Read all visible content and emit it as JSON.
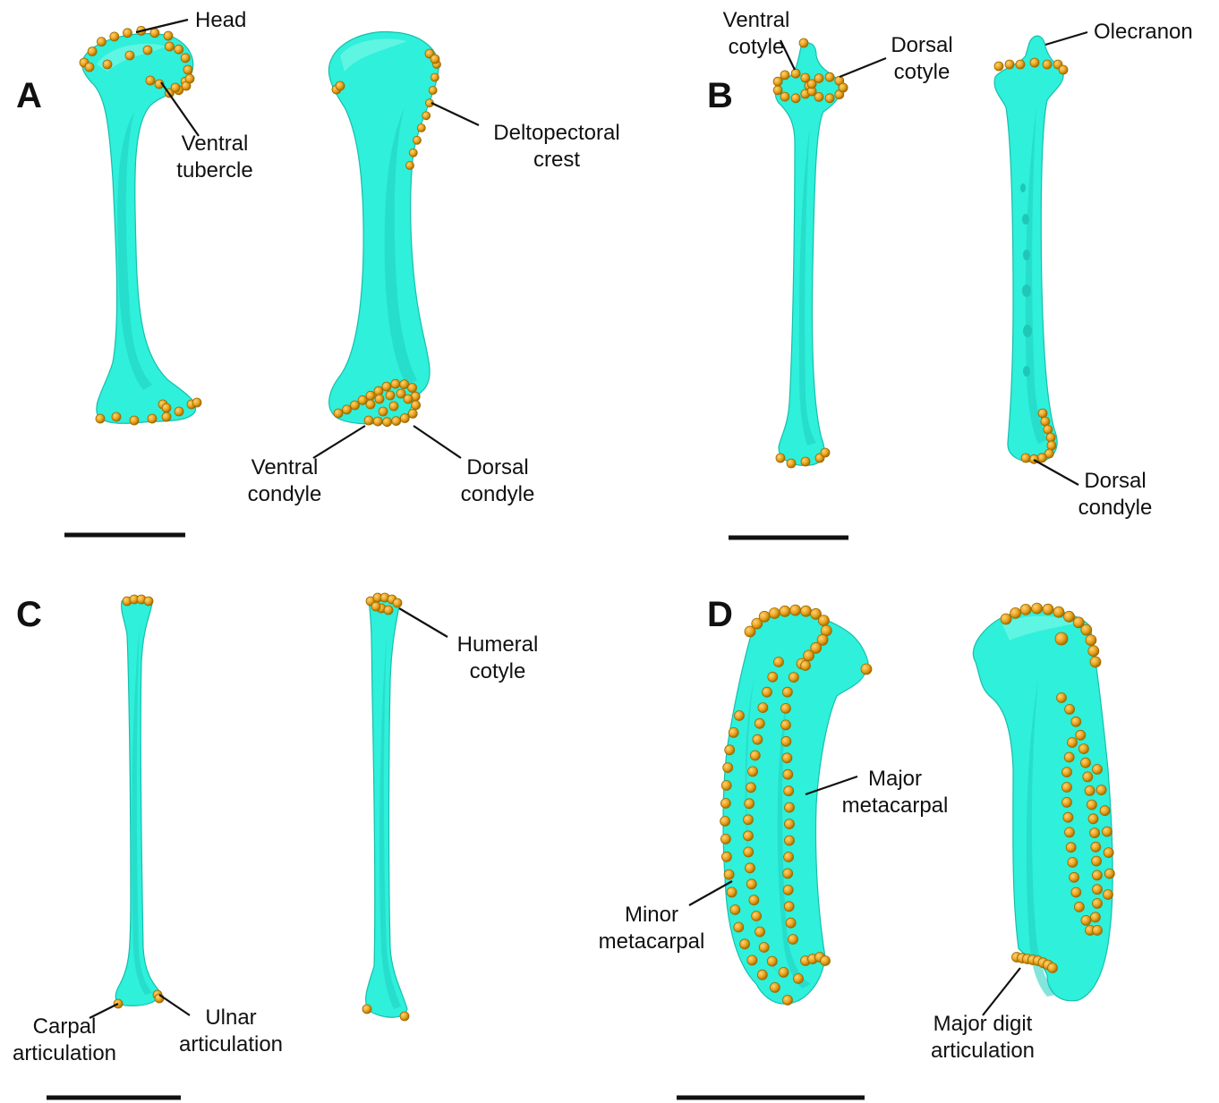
{
  "colors": {
    "bone": "#2ff0da",
    "bone_shadow": "#1fd0bf",
    "landmark": "#e8a21a",
    "text": "#111111",
    "background": "#ffffff"
  },
  "panels": {
    "A": {
      "letter": "A",
      "labels": {
        "head": "Head",
        "ventral_tubercle_1": "Ventral",
        "ventral_tubercle_2": "tubercle",
        "deltopectoral_1": "Deltopectoral",
        "deltopectoral_2": "crest",
        "ventral_condyle_1": "Ventral",
        "ventral_condyle_2": "condyle",
        "dorsal_condyle_1": "Dorsal",
        "dorsal_condyle_2": "condyle"
      }
    },
    "B": {
      "letter": "B",
      "labels": {
        "ventral_cotyle_1": "Ventral",
        "ventral_cotyle_2": "cotyle",
        "dorsal_cotyle_1": "Dorsal",
        "dorsal_cotyle_2": "cotyle",
        "olecranon": "Olecranon",
        "dorsal_condyle_1": "Dorsal",
        "dorsal_condyle_2": "condyle"
      }
    },
    "C": {
      "letter": "C",
      "labels": {
        "humeral_cotyle_1": "Humeral",
        "humeral_cotyle_2": "cotyle",
        "carpal_articulation_1": "Carpal",
        "carpal_articulation_2": "articulation",
        "ulnar_articulation_1": "Ulnar",
        "ulnar_articulation_2": "articulation"
      }
    },
    "D": {
      "letter": "D",
      "labels": {
        "major_metacarpal_1": "Major",
        "major_metacarpal_2": "metacarpal",
        "minor_metacarpal_1": "Minor",
        "minor_metacarpal_2": "metacarpal",
        "major_digit_1": "Major digit",
        "major_digit_2": "articulation"
      }
    }
  }
}
